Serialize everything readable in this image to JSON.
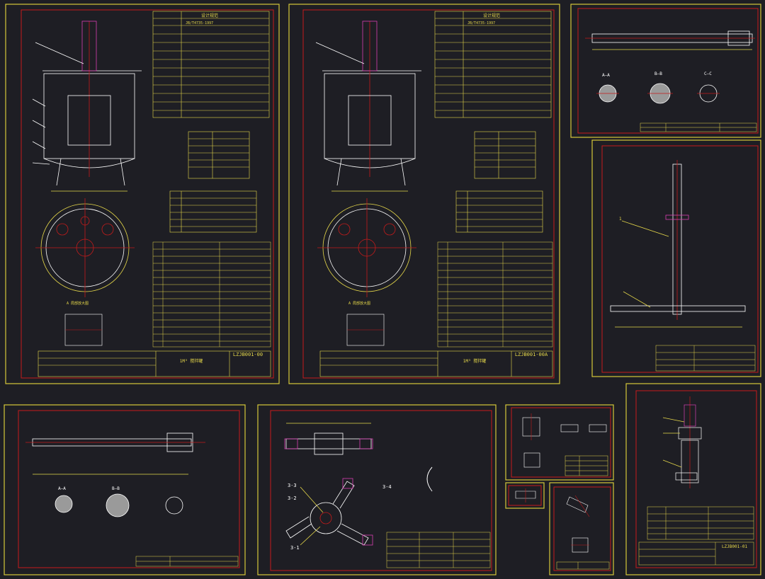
{
  "colors": {
    "background": "#1e1e24",
    "sheet_border": "#d6c93a",
    "inner_border": "#c51b1b",
    "geometry": "#ffffff",
    "dimension": "#e6d84a",
    "leader": "#ffffff",
    "accent_magenta": "#d63fb2",
    "hatch_fill": "#9a9a9a"
  },
  "sheets": [
    {
      "id": "sheet-1",
      "drawing_no": "LZJB001-00",
      "title": "1M³ 搅拌罐",
      "spec_std": "JB/T4735-1997"
    },
    {
      "id": "sheet-2",
      "drawing_no": "LZJB001-00A",
      "title": "1M³ 搅拌罐",
      "spec_std": "JB/T4735-1997"
    },
    {
      "id": "sheet-3",
      "section_labels": [
        "A—A",
        "B—B",
        "C—C"
      ]
    },
    {
      "id": "sheet-4",
      "part_label": "1"
    },
    {
      "id": "sheet-5",
      "section_labels": [
        "A—A",
        "B—B"
      ]
    },
    {
      "id": "sheet-6",
      "callouts": [
        "3-3",
        "3-2",
        "3-1",
        "3-4"
      ]
    },
    {
      "id": "sheet-7"
    },
    {
      "id": "sheet-8"
    },
    {
      "id": "sheet-9"
    },
    {
      "id": "sheet-10",
      "drawing_no": "LZJB001-01"
    }
  ],
  "notes": {
    "top_spec_heading": "设计规范",
    "s1_section": "A  局部放大图",
    "s2_section": "A  局部放大图"
  }
}
